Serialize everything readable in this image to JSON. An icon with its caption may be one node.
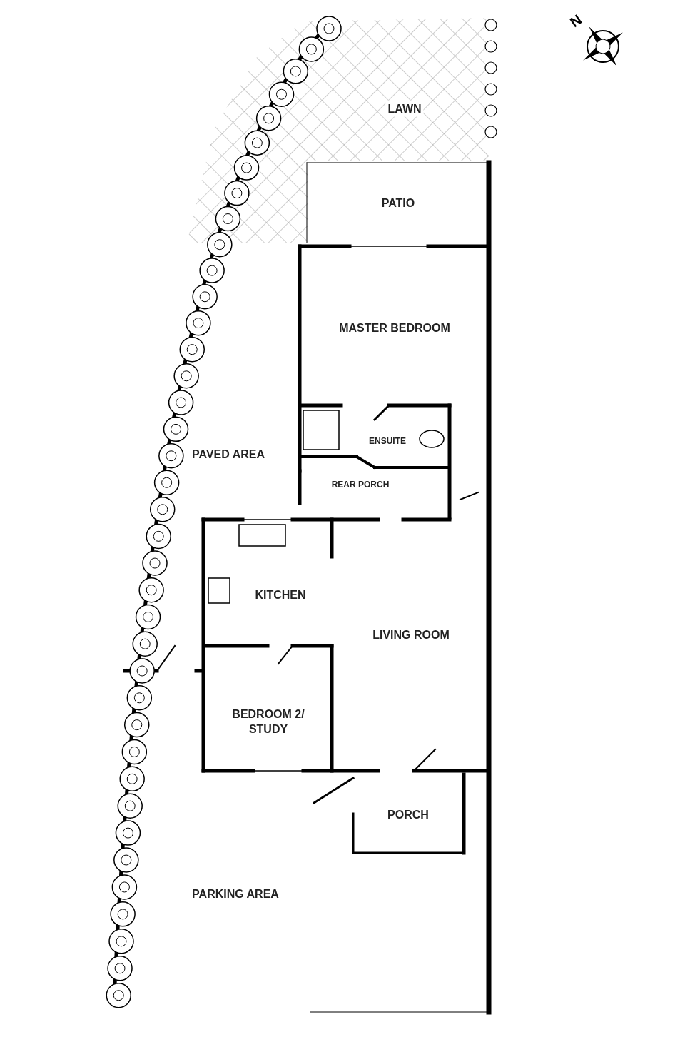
{
  "diagram": {
    "nodes": [
      {
        "text": [
          "LAWN"
        ]
      },
      {
        "text": [
          "PATIO"
        ]
      },
      {
        "text": [
          "MASTER BEDROOM"
        ]
      },
      {
        "text": [
          "ENSUITE"
        ]
      },
      {
        "text": [
          "PAVED AREA"
        ]
      },
      {
        "text": [
          "REAR PORCH"
        ]
      },
      {
        "text": [
          "KITCHEN"
        ]
      },
      {
        "text": [
          "LIVING ROOM"
        ]
      },
      {
        "text": [
          "BEDROOM 2/ STUDY"
        ]
      },
      {
        "text": [
          "PORCH"
        ]
      },
      {
        "text": [
          "PARKING AREA"
        ]
      }
    ],
    "labels": [
      "N"
    ]
  }
}
